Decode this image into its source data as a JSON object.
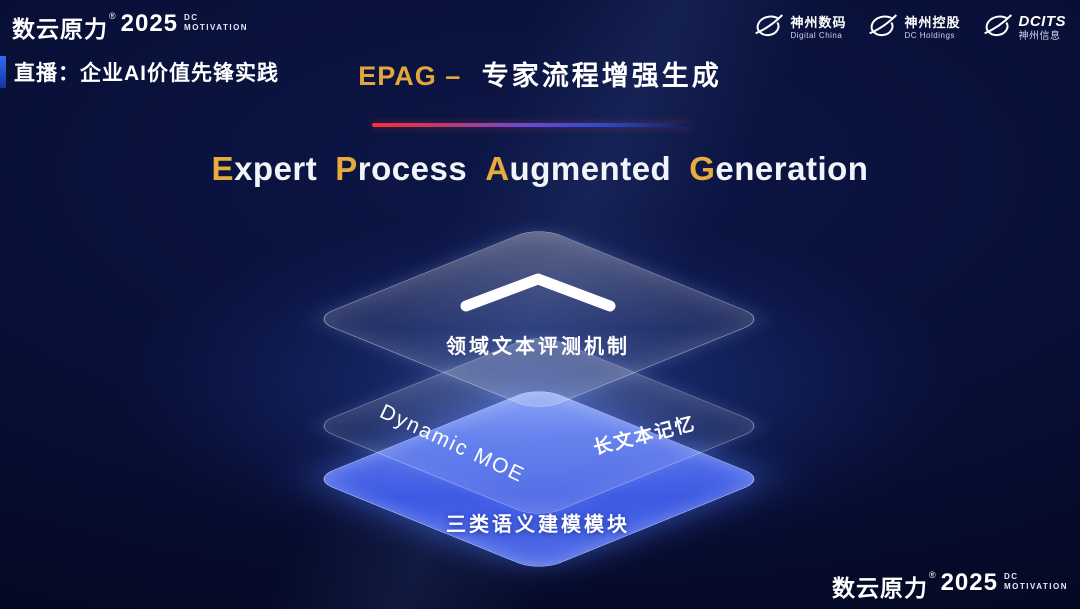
{
  "colors": {
    "gold": "#e2a63d",
    "background_deep": "#050a28",
    "layer_blue": "#3e5ceb"
  },
  "header": {
    "brand": {
      "name": "数云原力",
      "reg": "®",
      "year": "2025",
      "dc": "DC",
      "motivation": "MOTIVATION"
    },
    "live": "直播：企业AI价值先锋实践",
    "slide_title": {
      "abbr": "EPAG –",
      "cn": "专家流程增强生成"
    },
    "partners": [
      {
        "cn": "神州数码",
        "en": "Digital China"
      },
      {
        "cn": "神州控股",
        "en": "DC Holdings"
      },
      {
        "cn": "DCITS",
        "en": "神州信息"
      }
    ]
  },
  "title": {
    "w1_first": "E",
    "w1_rest": "xpert",
    "w2_first": "P",
    "w2_rest": "rocess",
    "w3_first": "A",
    "w3_rest": "ugmented",
    "w4_first": "G",
    "w4_rest": "eneration"
  },
  "stack": {
    "layer_top_label": "领域文本评测机制",
    "layer_mid_left_label": "Dynamic  MOE",
    "layer_mid_right_label": "长文本记忆",
    "layer_bottom_label": "三类语义建模模块"
  },
  "footer": {
    "brand": {
      "name": "数云原力",
      "reg": "®",
      "year": "2025",
      "dc": "DC",
      "motivation": "MOTIVATION"
    }
  }
}
